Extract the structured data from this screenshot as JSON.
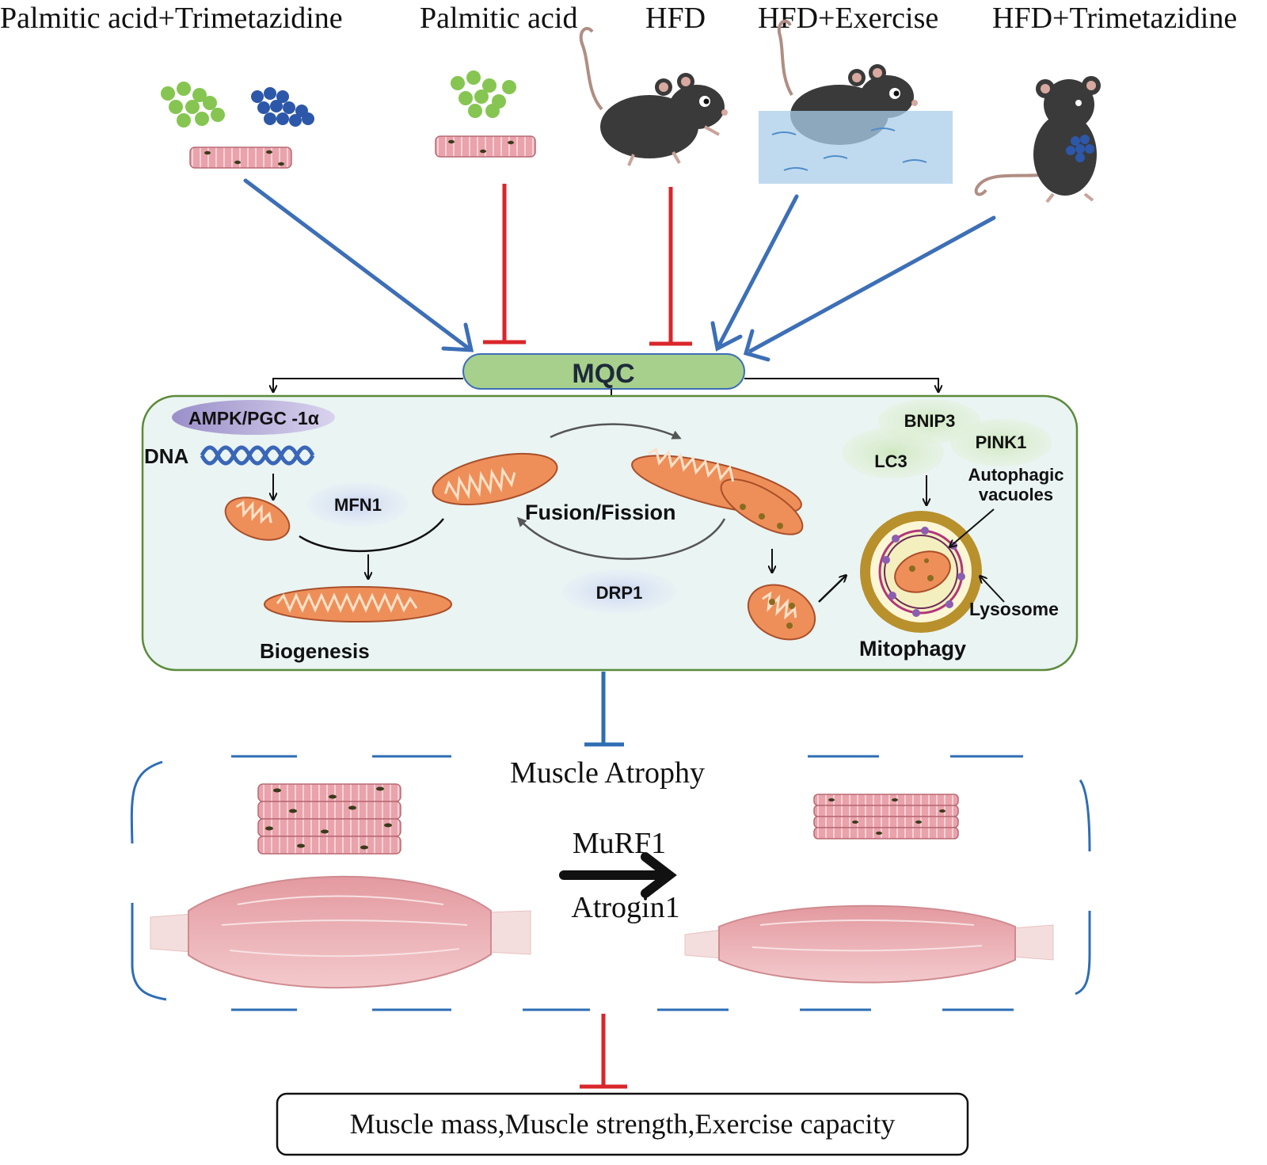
{
  "top_labels": {
    "pa_tmz": "Palmitic acid+Trimetazidine",
    "pa": "Palmitic acid",
    "hfd": "HFD",
    "hfd_exercise": "HFD+Exercise",
    "hfd_tmz": "HFD+Trimetazidine"
  },
  "mqc": {
    "label": "MQC",
    "biogenesis": {
      "pathway": "AMPK/PGC -1α",
      "dna": "DNA",
      "mfn1": "MFN1",
      "title": "Biogenesis"
    },
    "dynamics": {
      "title": "Fusion/Fission",
      "drp1": "DRP1"
    },
    "mitophagy": {
      "bnip3": "BNIP3",
      "pink1": "PINK1",
      "lc3": "LC3",
      "vacuoles_line1": "Autophagic",
      "vacuoles_line2": "vacuoles",
      "lysosome": "Lysosome",
      "title": "Mitophagy"
    }
  },
  "atrophy": {
    "title": "Muscle Atrophy",
    "marker1": "MuRF1",
    "marker2": "Atrogin1"
  },
  "outcome": "Muscle mass,Muscle strength,Exercise capacity",
  "colors": {
    "activate": "#3d6fb6",
    "inhibit": "#d9262b",
    "mqc_fill": "#a8d08d",
    "panel_fill": "#eaf4f3",
    "panel_stroke": "#5b8a3a",
    "mito": "#ee8f5a",
    "muscle": "#e8a3a6",
    "dash": "#2e6db4"
  }
}
